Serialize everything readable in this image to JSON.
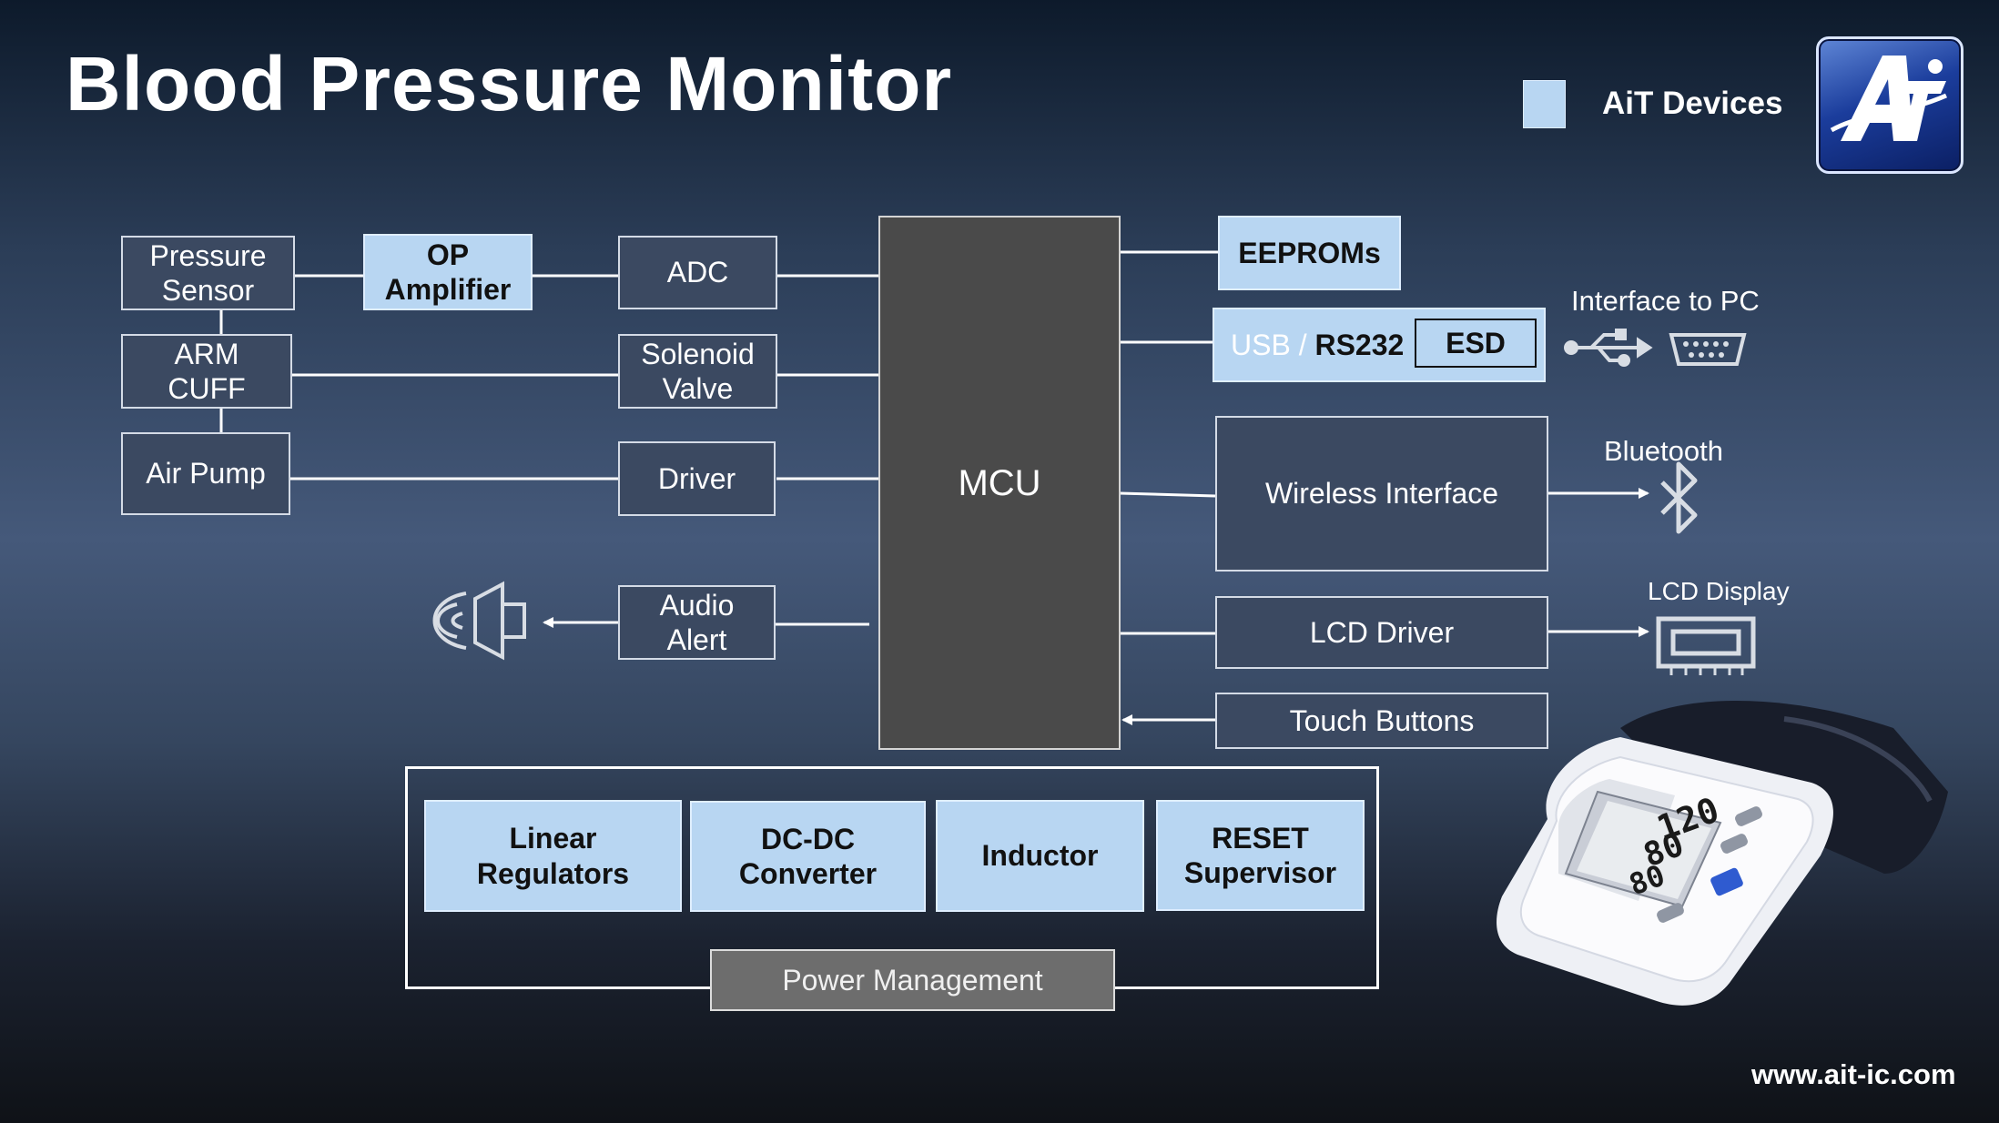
{
  "header": {
    "title": "Blood Pressure Monitor"
  },
  "legend": {
    "label": "AiT Devices",
    "swatch_color": "#b8d6f2"
  },
  "logo": {
    "icon": "ait-logo-icon",
    "text": "AiT"
  },
  "left_blocks": {
    "pressure_sensor": "Pressure\nSensor",
    "op_amplifier": "OP\nAmplifier",
    "adc": "ADC",
    "arm_cuff": "ARM\nCUFF",
    "solenoid_valve": "Solenoid\nValve",
    "air_pump": "Air Pump",
    "driver": "Driver",
    "audio_alert": "Audio\nAlert"
  },
  "mcu": "MCU",
  "right_blocks": {
    "eeproms": "EEPROMs",
    "usb_prefix": "USB / ",
    "rs232": "RS232",
    "esd": "ESD",
    "wireless_interface": "Wireless Interface",
    "lcd_driver": "LCD Driver",
    "touch_buttons": "Touch Buttons"
  },
  "peripherals": {
    "interface_to_pc": "Interface to PC",
    "bluetooth": "Bluetooth",
    "lcd_display": "LCD Display"
  },
  "power": {
    "linear_regulators": "Linear\nRegulators",
    "dcdc_converter": "DC-DC\nConverter",
    "inductor": "Inductor",
    "reset_supervisor": "RESET\nSupervisor",
    "power_management": "Power Management"
  },
  "device_display": {
    "sys": "120",
    "dia": "80",
    "pulse": "80"
  },
  "footer": {
    "website": "www.ait-ic.com"
  },
  "colors": {
    "ait_device_block": "#b8d6f2",
    "generic_block": "#3b4961",
    "mcu": "#4a4a4a",
    "power_label": "#6d6d6d"
  }
}
